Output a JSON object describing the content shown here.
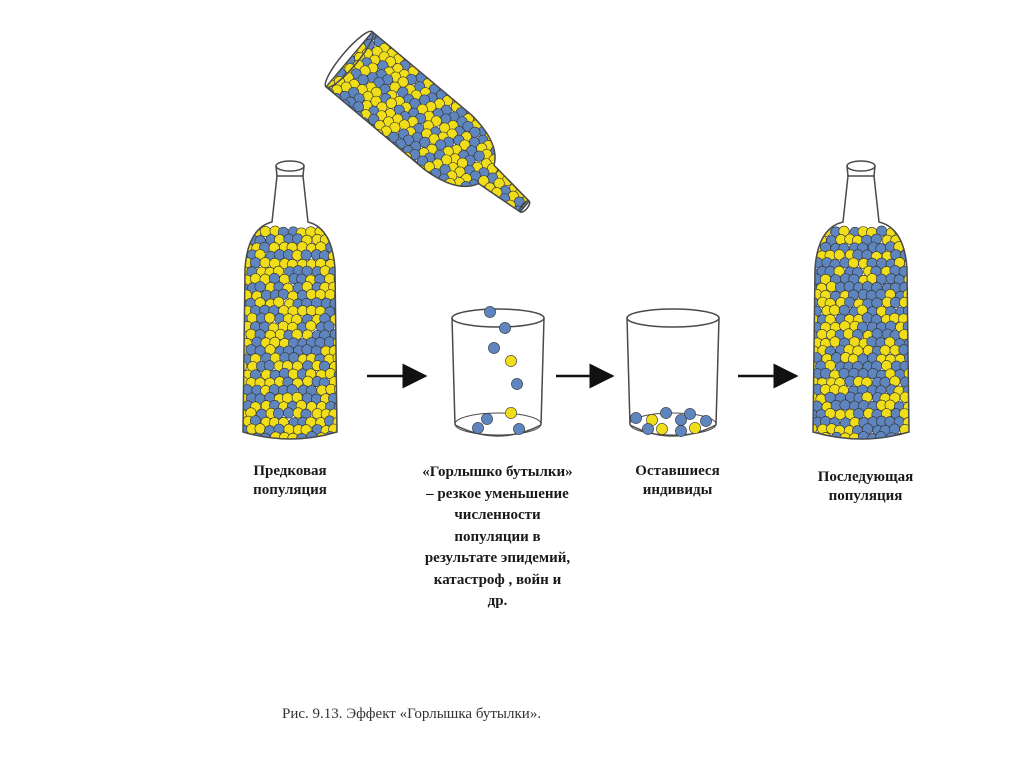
{
  "colors": {
    "yellow_ball": "#f1de1b",
    "blue_ball": "#5f85bf",
    "glass_outline": "#4a4a4a",
    "arrow": "#111111"
  },
  "labels": {
    "ancestral": [
      "Предковая",
      "популяция"
    ],
    "bottleneck": [
      "«Горлышко бутылки»",
      "– резкое уменьшение",
      "численности",
      "популяции в",
      "результате эпидемий,",
      "катастроф , войн и",
      "др."
    ],
    "survivors": [
      "Оставшиеся",
      "индивиды"
    ],
    "subsequent": [
      "Последующая",
      "популяция"
    ]
  },
  "caption": "Рис.  9.13. Эффект «Горлышка бутылки»."
}
